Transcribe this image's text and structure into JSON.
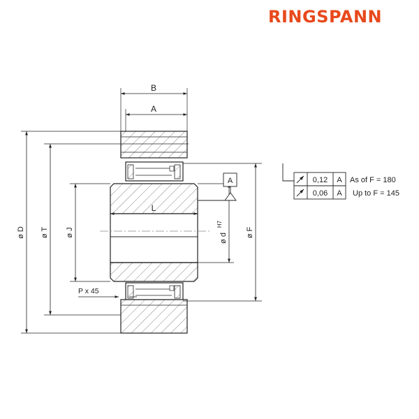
{
  "header": {
    "brand": "RINGSPANN"
  },
  "colors": {
    "brand": "#e8491c",
    "line": "#222222",
    "hatch": "#666666",
    "center": "#888888"
  },
  "dimensions": {
    "B": "B",
    "A": "A",
    "L": "L",
    "D": "ø D",
    "T": "ø T",
    "J": "ø J",
    "d": "ø d",
    "d_tol": "H7",
    "F": "ø F",
    "chamfer": "P x 45"
  },
  "datum": "A",
  "tolerances": [
    {
      "symbol": "circular-runout",
      "value": "0,12",
      "datum": "A",
      "note": "As of F = 180"
    },
    {
      "symbol": "circular-runout",
      "value": "0,06",
      "datum": "A",
      "note": "Up to F = 145"
    }
  ]
}
